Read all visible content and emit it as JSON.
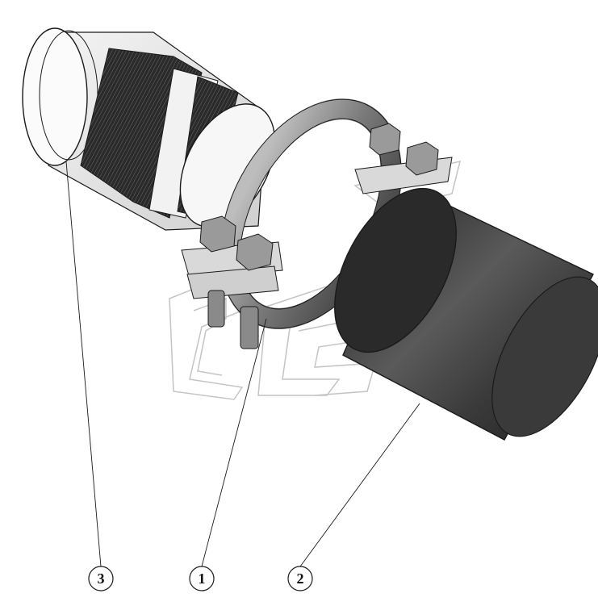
{
  "callouts": [
    {
      "id": "callout-3",
      "label": "3"
    },
    {
      "id": "callout-1",
      "label": "1"
    },
    {
      "id": "callout-2",
      "label": "2"
    }
  ],
  "colors": {
    "outline": "#1a1a1a",
    "clamp_metal": "#8a8a8a",
    "pipe_dark": "#2e2e2e",
    "hose_rib": "#3a3a3a",
    "watermark": "#c8c8c8"
  }
}
